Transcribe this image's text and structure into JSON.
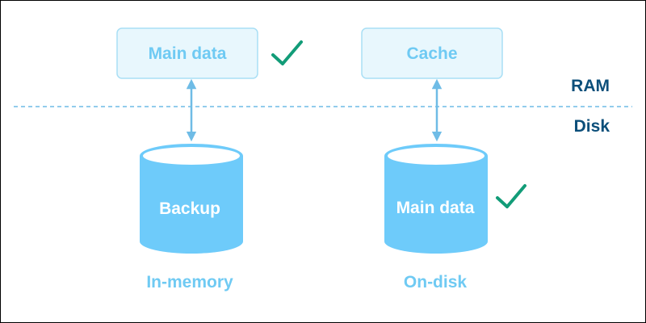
{
  "layers": {
    "ram_label": "RAM",
    "disk_label": "Disk"
  },
  "in_memory": {
    "ram_box_label": "Main data",
    "ram_box_checked": true,
    "disk_cylinder_label": "Backup",
    "disk_cylinder_checked": false,
    "caption": "In-memory"
  },
  "on_disk": {
    "ram_box_label": "Cache",
    "ram_box_checked": false,
    "disk_cylinder_label": "Main data",
    "disk_cylinder_checked": true,
    "caption": "On-disk"
  },
  "colors": {
    "box_fill": "#e8f7fd",
    "box_stroke": "#a9dff5",
    "box_text": "#6fcaf3",
    "cylinder_fill": "#6ecbfa",
    "cylinder_top": "#ffffff",
    "cylinder_text": "#ffffff",
    "arrow": "#6fbce6",
    "divider": "#6fbce6",
    "layer_label": "#0c4f7a",
    "caption": "#6fcaf3",
    "check": "#129c78"
  }
}
